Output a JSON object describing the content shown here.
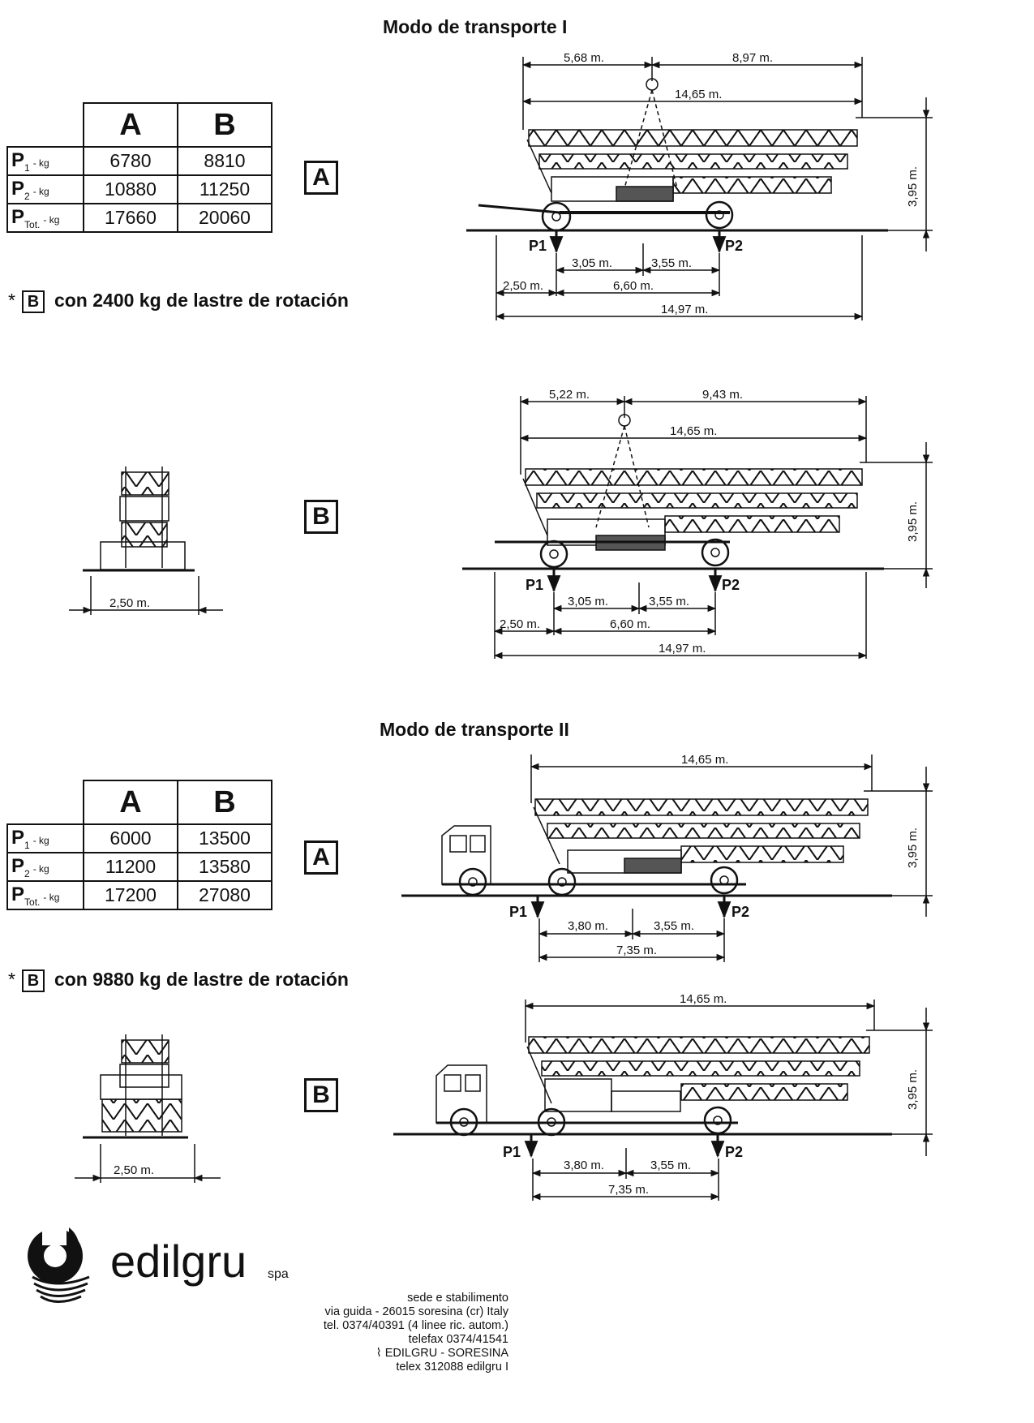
{
  "section1": {
    "title": "Modo de transporte I",
    "table": {
      "col_a": "A",
      "col_b": "B",
      "rows": [
        {
          "p": "P",
          "sub": "1",
          "unit": "- kg",
          "a": "6780",
          "b": "8810"
        },
        {
          "p": "P",
          "sub": "2",
          "unit": "- kg",
          "a": "10880",
          "b": "11250"
        },
        {
          "p": "P",
          "sub": "Tot.",
          "unit": "- kg",
          "a": "17660",
          "b": "20060"
        }
      ]
    },
    "note": {
      "star": "*",
      "box": "B",
      "text": "con 2400 kg de lastre de rotación"
    },
    "diagA": {
      "label": "A",
      "dims": {
        "top_left": "5,68 m.",
        "top_right": "8,97 m.",
        "length": "14,65 m.",
        "height": "3,95 m.",
        "b1": "3,05 m.",
        "b2": "3,55 m.",
        "rear": "2,50 m.",
        "wheelbase": "6,60 m.",
        "total": "14,97 m."
      },
      "p1": "P1",
      "p2": "P2"
    },
    "diagB": {
      "label": "B",
      "dims": {
        "top_left": "5,22 m.",
        "top_right": "9,43 m.",
        "length": "14,65 m.",
        "height": "3,95 m.",
        "b1": "3,05 m.",
        "b2": "3,55 m.",
        "rear": "2,50 m.",
        "wheelbase": "6,60 m.",
        "total": "14,97 m."
      },
      "p1": "P1",
      "p2": "P2",
      "width": "2,50 m."
    }
  },
  "section2": {
    "title": "Modo de transporte II",
    "table": {
      "col_a": "A",
      "col_b": "B",
      "rows": [
        {
          "p": "P",
          "sub": "1",
          "unit": "- kg",
          "a": "6000",
          "b": "13500"
        },
        {
          "p": "P",
          "sub": "2",
          "unit": "- kg",
          "a": "11200",
          "b": "13580"
        },
        {
          "p": "P",
          "sub": "Tot.",
          "unit": "- kg",
          "a": "17200",
          "b": "27080"
        }
      ]
    },
    "note": {
      "star": "*",
      "box": "B",
      "text": "con 9880 kg de lastre de rotación"
    },
    "diagA": {
      "label": "A",
      "dims": {
        "length": "14,65 m.",
        "height": "3,95 m.",
        "b1": "3,80 m.",
        "b2": "3,55 m.",
        "wheelbase": "7,35 m."
      },
      "p1": "P1",
      "p2": "P2"
    },
    "diagB": {
      "label": "B",
      "dims": {
        "length": "14,65 m.",
        "height": "3,95 m.",
        "b1": "3,80 m.",
        "b2": "3,55 m.",
        "wheelbase": "7,35 m."
      },
      "p1": "P1",
      "p2": "P2",
      "width": "2,50 m."
    }
  },
  "footer": {
    "brand": "edilgru",
    "brand_suffix": "spa",
    "address_lines": [
      "sede e stabilimento",
      "via guida - 26015 soresina (cr) Italy",
      "tel. 0374/40391 (4 linee ric. autom.)",
      "telefax 0374/41541",
      "EDILGRU - SORESINA",
      "telex 312088 edilgru I"
    ]
  },
  "colors": {
    "ink": "#111111",
    "paper": "#ffffff"
  }
}
